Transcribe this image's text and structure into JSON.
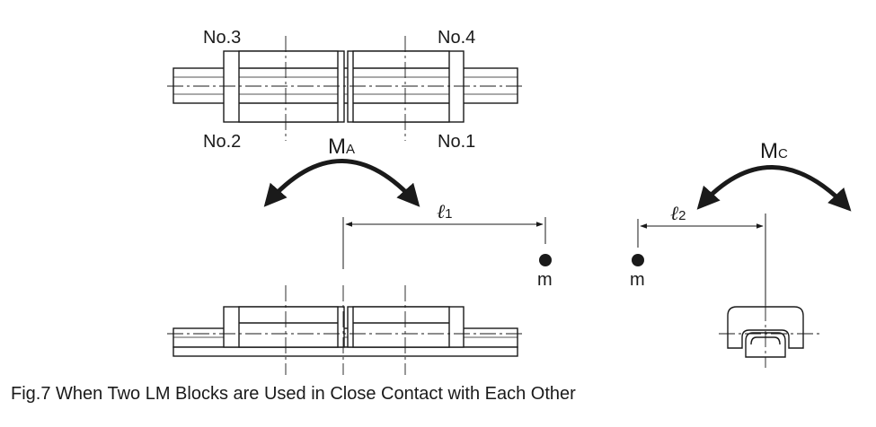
{
  "top_view": {
    "labels": {
      "no3": "No.3",
      "no4": "No.4",
      "no2": "No.2",
      "no1": "No.1"
    }
  },
  "moment_a": {
    "main": "M",
    "sub": "A"
  },
  "moment_c": {
    "main": "M",
    "sub": "C"
  },
  "distance_1": {
    "main": "ℓ",
    "sub": "1"
  },
  "distance_2": {
    "main": "ℓ",
    "sub": "2"
  },
  "mass_left": "m",
  "mass_right": "m",
  "caption": "Fig.7 When Two LM Blocks are Used in Close Contact with Each Other"
}
